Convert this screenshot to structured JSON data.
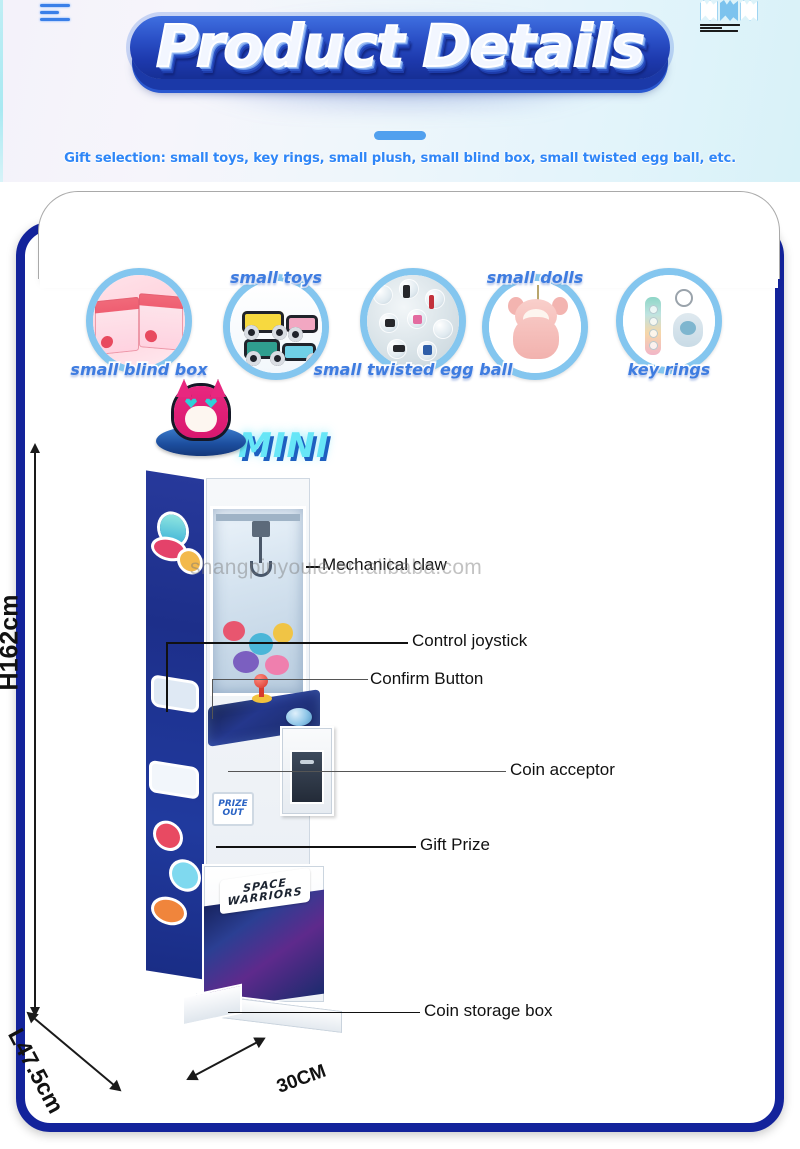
{
  "header": {
    "menu_icon": "hamburger-menu-icon",
    "brand_icon": "company-logo-icon",
    "title": "Product Details",
    "subtitle": "Gift selection: small toys, key rings, small plush, small blind box, small twisted egg ball, etc."
  },
  "categories": [
    {
      "label": "small blind box",
      "icon": "blind-box-icon",
      "label_position": "below"
    },
    {
      "label": "small toys",
      "icon": "toy-cars-icon",
      "label_position": "above"
    },
    {
      "label": "small twisted egg ball",
      "icon": "capsule-toys-icon",
      "label_position": "below"
    },
    {
      "label": "small dolls",
      "icon": "plush-doll-icon",
      "label_position": "above"
    },
    {
      "label": "key rings",
      "icon": "key-ring-icon",
      "label_position": "below"
    }
  ],
  "machine": {
    "topper_sign": "MINI",
    "prize_out_label": "PRIZE\nOUT",
    "base_brand_line1": "SPACE",
    "base_brand_line2": "WARRIORS",
    "watermark": "shangpinyoule.en.alibaba.com"
  },
  "dimensions": {
    "height": "H162cm",
    "length": "L47.5cm",
    "depth": "30CM"
  },
  "callouts": [
    {
      "label": "Mechanical claw"
    },
    {
      "label": "Control  joystick"
    },
    {
      "label": "Confirm Button"
    },
    {
      "label": "Coin acceptor"
    },
    {
      "label": "Gift Prize"
    },
    {
      "label": "Coin storage box"
    }
  ],
  "colors": {
    "title_blue": "#1d39ad",
    "accent_blue": "#2f86f7",
    "card_border": "#13239b",
    "circle_ring": "#84c6ef",
    "label_blue": "#3e7ce0"
  }
}
